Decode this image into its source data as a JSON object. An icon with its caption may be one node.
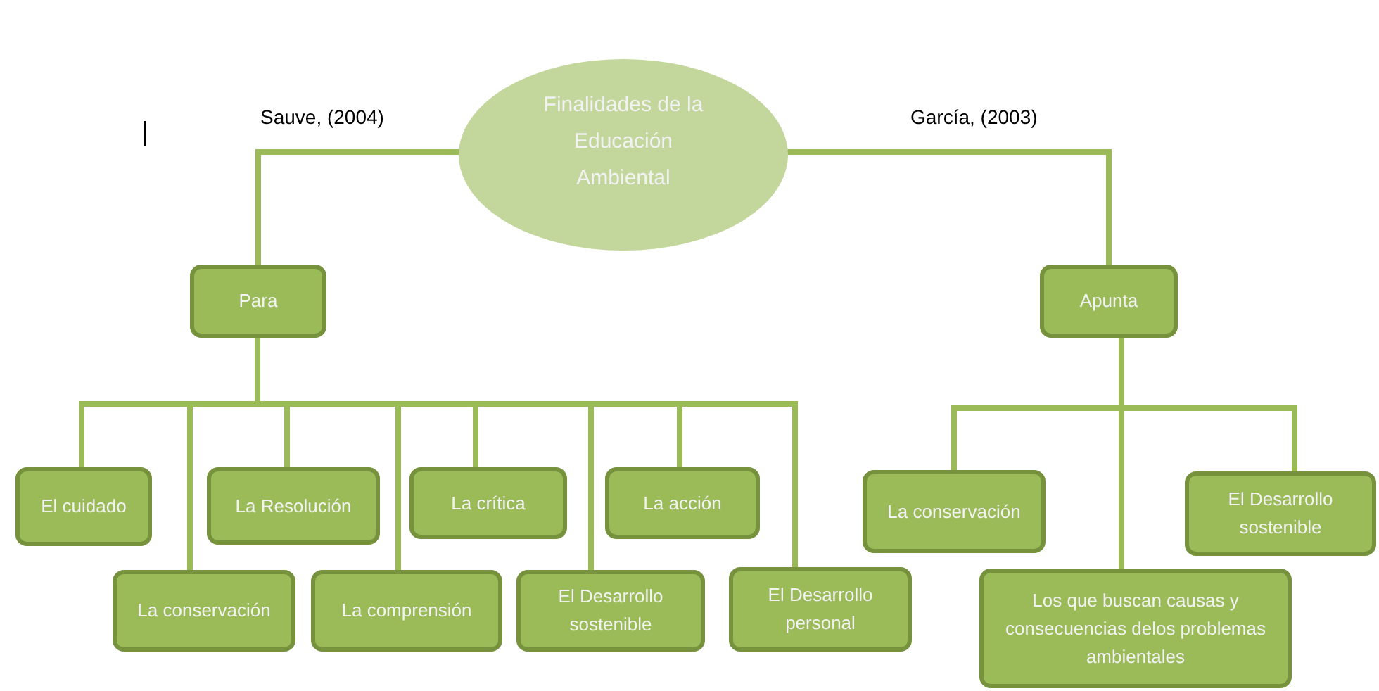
{
  "diagram": {
    "nodes": [
      {
        "text": [
          "Finalidades de la Educación Ambiental"
        ]
      },
      {
        "text": [
          "Para"
        ]
      },
      {
        "text": [
          "Apunta"
        ]
      },
      {
        "text": [
          "El cuidado"
        ]
      },
      {
        "text": [
          "La Resolución"
        ]
      },
      {
        "text": [
          "La crítica"
        ]
      },
      {
        "text": [
          "La acción"
        ]
      },
      {
        "text": [
          "La conservación"
        ]
      },
      {
        "text": [
          "La comprensión"
        ]
      },
      {
        "text": [
          "El Desarrollo sostenible"
        ]
      },
      {
        "text": [
          "El Desarrollo personal"
        ]
      },
      {
        "text": [
          "La conservación"
        ]
      },
      {
        "text": [
          "El Desarrollo sostenible"
        ]
      },
      {
        "text": [
          "Los que buscan causas y consecuencias delos problemas ambientales"
        ]
      }
    ],
    "edges": [
      {
        "from": 0,
        "to": 1,
        "arrow": "none",
        "label": "Sauve, (2004)"
      },
      {
        "from": 0,
        "to": 2,
        "arrow": "none",
        "label": "García, (2003)"
      },
      {
        "from": 1,
        "to": 3,
        "arrow": "none"
      },
      {
        "from": 1,
        "to": 7,
        "arrow": "none"
      },
      {
        "from": 1,
        "to": 4,
        "arrow": "none"
      },
      {
        "from": 1,
        "to": 8,
        "arrow": "none"
      },
      {
        "from": 1,
        "to": 5,
        "arrow": "none"
      },
      {
        "from": 1,
        "to": 9,
        "arrow": "none"
      },
      {
        "from": 1,
        "to": 6,
        "arrow": "none"
      },
      {
        "from": 1,
        "to": 10,
        "arrow": "none"
      },
      {
        "from": 2,
        "to": 11,
        "arrow": "none"
      },
      {
        "from": 2,
        "to": 13,
        "arrow": "none"
      },
      {
        "from": 2,
        "to": 12,
        "arrow": "none"
      }
    ]
  }
}
